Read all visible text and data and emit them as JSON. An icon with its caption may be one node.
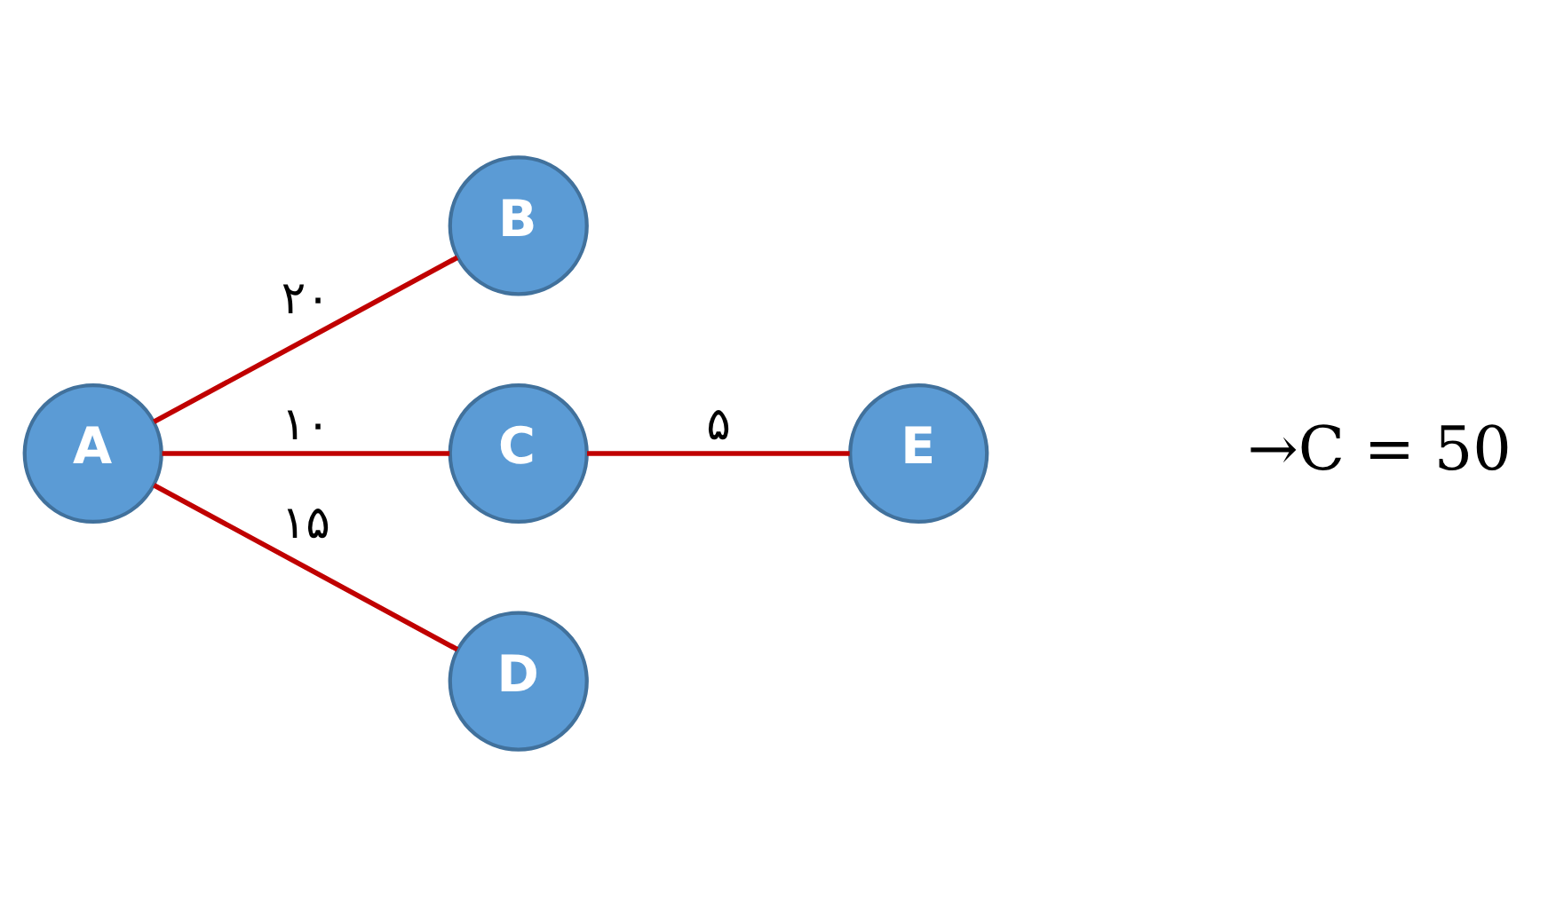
{
  "diagram": {
    "nodes": [
      {
        "text": [
          "B"
        ]
      },
      {
        "text": [
          "A"
        ]
      },
      {
        "text": [
          "C"
        ]
      },
      {
        "text": [
          "E"
        ]
      },
      {
        "text": [
          "D"
        ]
      }
    ],
    "edges": [
      {
        "from": 1,
        "to": 0,
        "arrow": "none",
        "label": "۲۰"
      },
      {
        "from": 1,
        "to": 2,
        "arrow": "none",
        "label": "۱۰"
      },
      {
        "from": 2,
        "to": 3,
        "arrow": "none",
        "label": "۵"
      },
      {
        "from": 1,
        "to": 4,
        "arrow": "none",
        "label": "۱۵"
      }
    ],
    "labels": [
      "→C = 50"
    ]
  }
}
